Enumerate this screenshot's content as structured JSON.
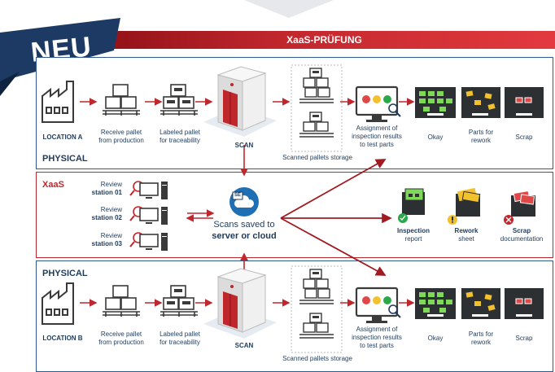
{
  "badge": "NEU",
  "header_title": "XaaS-PRÜFUNG",
  "top": {
    "section": "PHYSICAL",
    "location": "LOCATION A",
    "receive": [
      "Receive pallet",
      "from production"
    ],
    "labeled": [
      "Labeled pallet",
      "for traceability"
    ],
    "scan": "SCAN",
    "storage": "Scanned pallets storage",
    "assignment": [
      "Assignment of",
      "inspection results",
      "to test parts"
    ],
    "okay": "Okay",
    "rework": [
      "Parts for",
      "rework"
    ],
    "scrap": "Scrap"
  },
  "middle": {
    "section": "XaaS",
    "stations": [
      {
        "line1": "Review",
        "line2": "station 01"
      },
      {
        "line1": "Review",
        "line2": "station 02"
      },
      {
        "line1": "Review",
        "line2": "station 03"
      }
    ],
    "cloud_badge": "SE",
    "scans_line1": "Scans saved to",
    "scans_line2": "server or cloud",
    "inspection": [
      "Inspection",
      "report"
    ],
    "rework_sheet": [
      "Rework",
      "sheet"
    ],
    "scrap_doc": [
      "Scrap",
      "documentation"
    ]
  },
  "bottom": {
    "section": "PHYSICAL",
    "location": "LOCATION B",
    "receive": [
      "Receive pallet",
      "from production"
    ],
    "labeled": [
      "Labeled pallet",
      "for traceability"
    ],
    "scan": "SCAN",
    "storage": "Scanned pallets storage",
    "assignment": [
      "Assignment of",
      "inspection results",
      "to test parts"
    ],
    "okay": "Okay",
    "rework": [
      "Parts for",
      "rework"
    ],
    "scrap": "Scrap"
  },
  "colors": {
    "brand_red": "#c0272d",
    "navy": "#1f3b5a",
    "okay_green": "#7ed957",
    "rework_yellow": "#f2c12e",
    "scrap_red": "#e04848"
  }
}
